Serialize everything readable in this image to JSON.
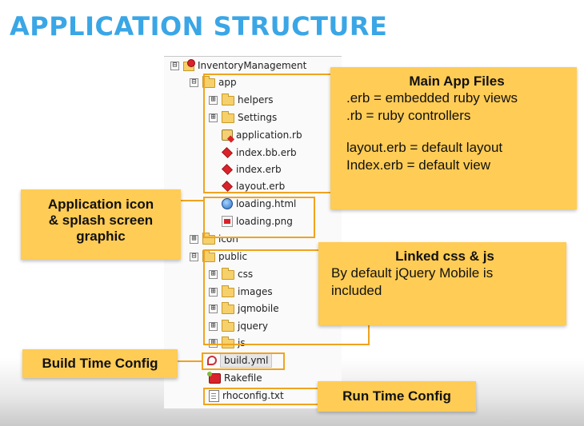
{
  "title": "APPLICATION STRUCTURE",
  "tree": {
    "items": [
      {
        "label": "InventoryManagement",
        "toggle": "⊟",
        "icon": "project-icon"
      },
      {
        "label": "app",
        "toggle": "⊟",
        "icon": "folder-icon"
      },
      {
        "label": "helpers",
        "toggle": "⊞",
        "icon": "folder-icon"
      },
      {
        "label": "Settings",
        "toggle": "⊞",
        "icon": "folder-icon"
      },
      {
        "label": "application.rb",
        "toggle": "",
        "icon": "ruby-file-icon"
      },
      {
        "label": "index.bb.erb",
        "toggle": "",
        "icon": "ruby-gem-icon"
      },
      {
        "label": "index.erb",
        "toggle": "",
        "icon": "ruby-gem-icon"
      },
      {
        "label": "layout.erb",
        "toggle": "",
        "icon": "ruby-gem-icon"
      },
      {
        "label": "loading.html",
        "toggle": "",
        "icon": "globe-icon"
      },
      {
        "label": "loading.png",
        "toggle": "",
        "icon": "image-file-icon"
      },
      {
        "label": "icon",
        "toggle": "⊞",
        "icon": "folder-icon"
      },
      {
        "label": "public",
        "toggle": "⊟",
        "icon": "folder-icon"
      },
      {
        "label": "css",
        "toggle": "⊞",
        "icon": "folder-icon"
      },
      {
        "label": "images",
        "toggle": "⊞",
        "icon": "folder-icon"
      },
      {
        "label": "jqmobile",
        "toggle": "⊞",
        "icon": "folder-icon"
      },
      {
        "label": "jquery",
        "toggle": "⊞",
        "icon": "folder-icon"
      },
      {
        "label": "js",
        "toggle": "⊞",
        "icon": "folder-icon"
      },
      {
        "label": "build.yml",
        "toggle": "",
        "icon": "yml-file-icon"
      },
      {
        "label": "Rakefile",
        "toggle": "",
        "icon": "rake-file-icon"
      },
      {
        "label": "rhoconfig.txt",
        "toggle": "",
        "icon": "text-file-icon"
      }
    ]
  },
  "callouts": {
    "main_app": {
      "heading": "Main App Files",
      "line1": ".erb = embedded ruby views",
      "line2": ".rb = ruby controllers",
      "line3": "layout.erb = default layout",
      "line4": "Index.erb = default view"
    },
    "app_icon": {
      "line1": "Application icon",
      "line2": "& splash screen",
      "line3": "graphic"
    },
    "linked": {
      "heading": "Linked css & js",
      "line1": "By default jQuery Mobile is",
      "line2": "included"
    },
    "build": {
      "label": "Build Time Config"
    },
    "run": {
      "label": "Run Time Config"
    }
  },
  "colors": {
    "title": "#3aa6e6",
    "callout": "#ffcc55",
    "bracket": "#f0a31f"
  }
}
